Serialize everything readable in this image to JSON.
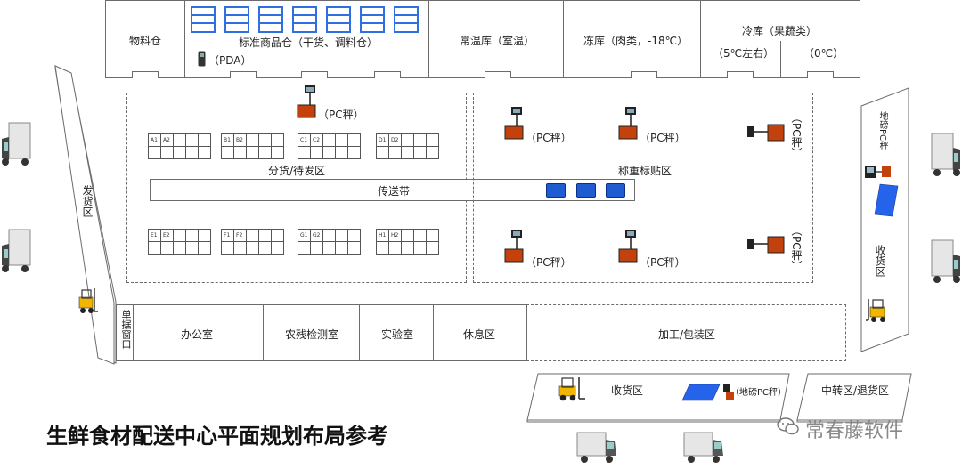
{
  "top": {
    "material_store": "物料仓",
    "standard_store": "标准商品仓（干货、调料仓）",
    "pda": "（PDA）",
    "normal_temp": "常温库（室温）",
    "frozen": "冻库（肉类，-18℃）",
    "cold": "冷库（果蔬类）",
    "cold_5": "（5℃左右）",
    "cold_0": "（0℃）"
  },
  "left_area": {
    "label": "发货区"
  },
  "right_area": {
    "label": "收货区",
    "scale_label": "地磅PC秤"
  },
  "sorting": {
    "label": "分货/待发区",
    "scale": "（PC秤）",
    "conveyor": "传送带",
    "grid_top": [
      {
        "c1": "A1",
        "c2": "A2"
      },
      {
        "c1": "B1",
        "c2": "B2"
      },
      {
        "c1": "C1",
        "c2": "C2"
      },
      {
        "c1": "D1",
        "c2": "D2"
      }
    ],
    "grid_bottom": [
      {
        "c1": "E1",
        "c2": "E2"
      },
      {
        "c1": "F1",
        "c2": "F2"
      },
      {
        "c1": "G1",
        "c2": "G2"
      },
      {
        "c1": "H1",
        "c2": "H2"
      }
    ]
  },
  "weighing": {
    "label": "称重标贴区",
    "scale_a": "（PC秤）",
    "scale_b": "（PC秤）",
    "scale_c": "（PC秤）",
    "scale_d": "（PC秤）",
    "scale_side_top": "（PC秤）",
    "scale_side_bottom": "（PC秤）"
  },
  "bottom": {
    "document_window": "单据窗口",
    "office": "办公室",
    "pesticide": "农残检测室",
    "lab": "实验室",
    "rest": "休息区",
    "processing": "加工/包装区",
    "receiving": "收货区",
    "floor_scale": "（地磅PC秤）",
    "transfer": "中转区/退货区"
  },
  "title": "生鲜食材配送中心平面规划布局参考",
  "watermark": "常春藤软件",
  "colors": {
    "crate": "#1f5bd1",
    "shelf": "#2f6fe0",
    "scale_orange": "#c2410c",
    "floor_scale": "#2563eb"
  }
}
